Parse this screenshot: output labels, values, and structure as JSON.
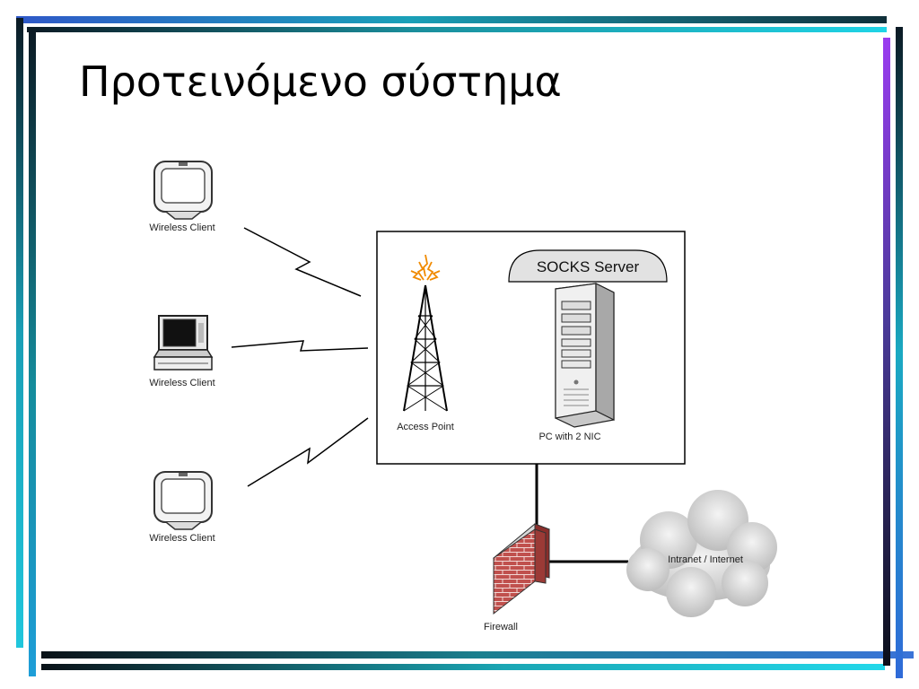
{
  "slide": {
    "title": "Προτεινόμενο σύστημα"
  },
  "diagram": {
    "clients": [
      {
        "label": "Wireless Client",
        "icon": "laptop-closed-icon"
      },
      {
        "label": "Wireless Client",
        "icon": "laptop-open-icon"
      },
      {
        "label": "Wireless Client",
        "icon": "laptop-closed-icon"
      }
    ],
    "access_point": {
      "label": "Access Point",
      "icon": "radio-tower-icon"
    },
    "server": {
      "banner": "SOCKS Server",
      "label": "PC with 2 NIC",
      "icon": "server-tower-icon"
    },
    "firewall": {
      "label": "Firewall",
      "icon": "brick-wall-icon"
    },
    "network": {
      "label": "Intranet / Internet",
      "icon": "cloud-icon"
    }
  },
  "colors": {
    "tower_signal": "#f08a00",
    "firewall_brick": "#c0504d",
    "cloud": "#d8d8d8"
  }
}
